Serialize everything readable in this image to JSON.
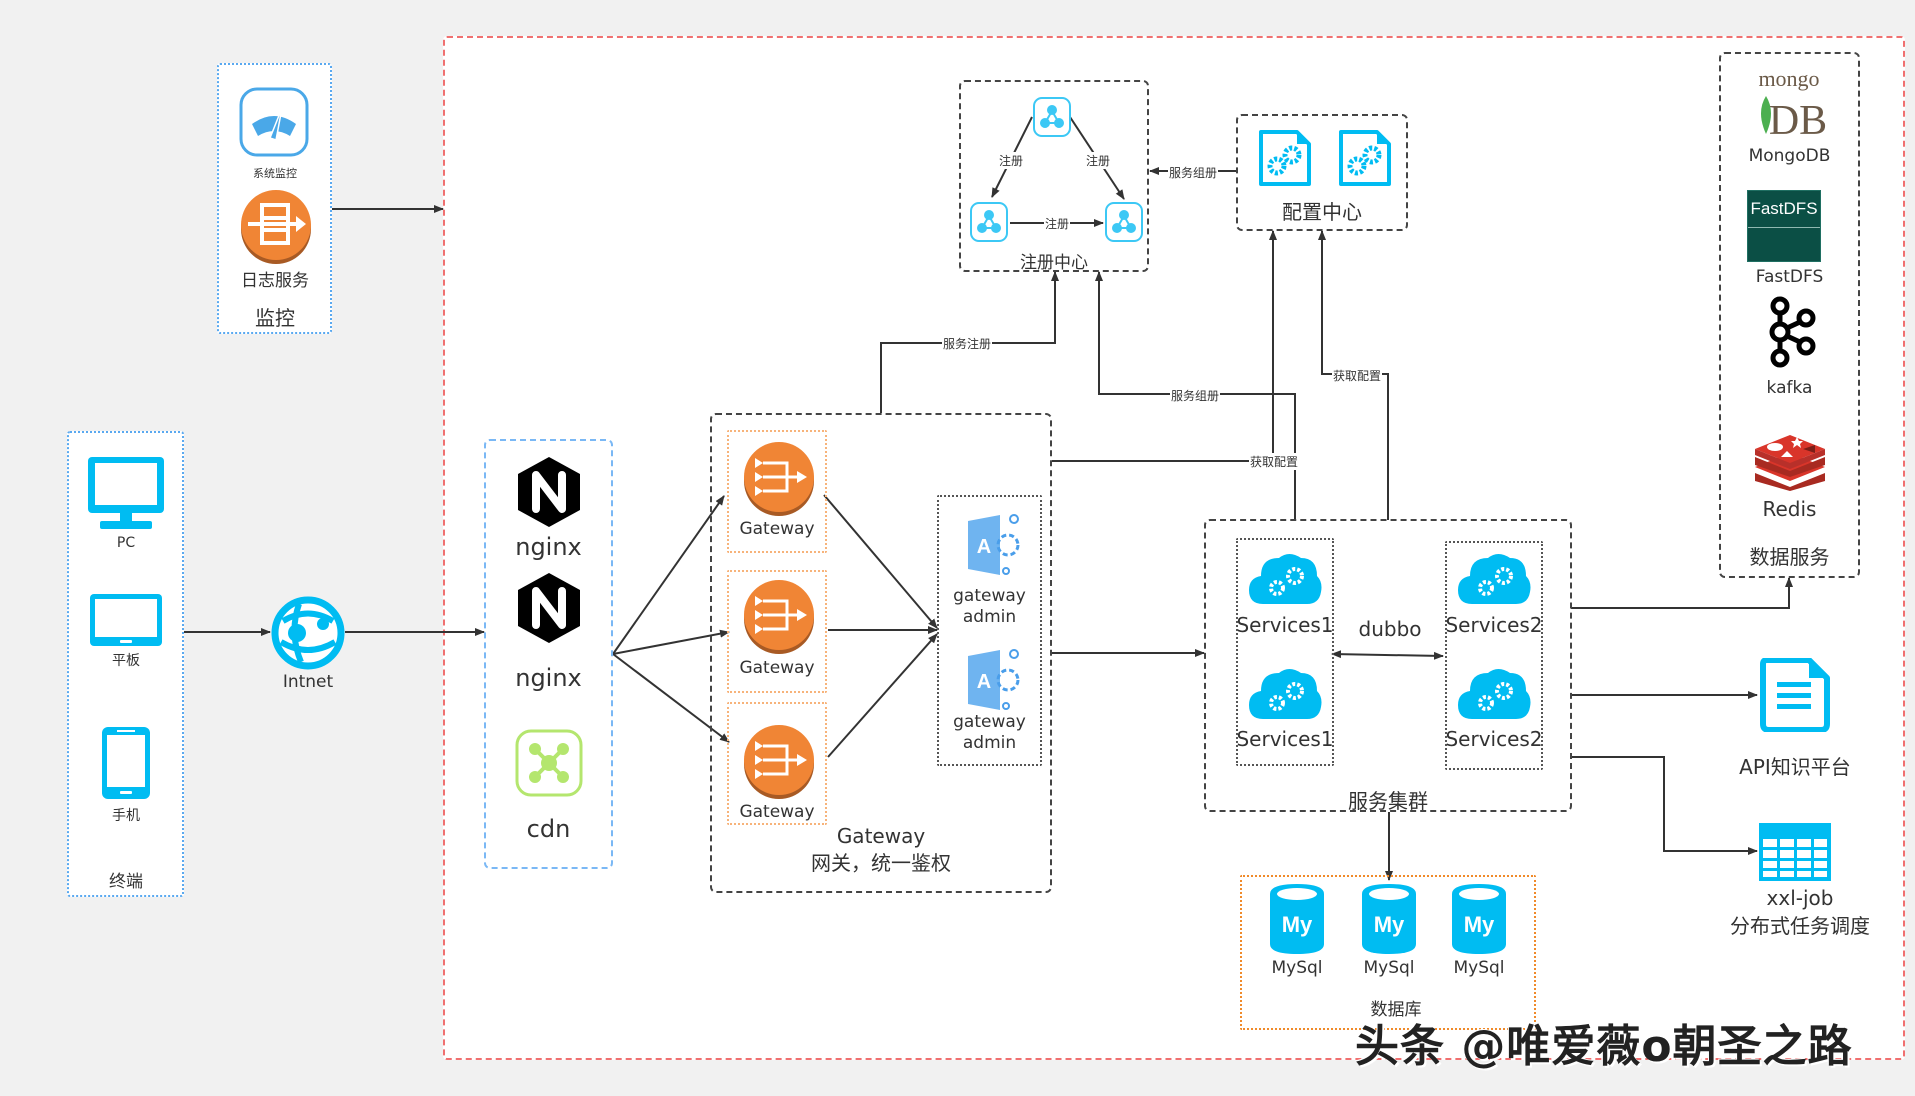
{
  "colors": {
    "cyan": "#00bcf2",
    "orange": "#f08535",
    "outer_border": "#f07070",
    "group_border": "#444444",
    "cdn_green": "#b4e66e",
    "redis_red": "#d9352a",
    "fastdfs_green": "#0b4f45",
    "mongo_leaf": "#4caf50",
    "mongo_text": "#6b5a48"
  },
  "monitor": {
    "title": "监控",
    "items": [
      {
        "label": "系统监控",
        "icon": "gauge-icon"
      },
      {
        "label": "日志服务",
        "icon": "log-service-icon"
      }
    ]
  },
  "terminals": {
    "title": "终端",
    "items": [
      {
        "label": "PC",
        "icon": "desktop-icon"
      },
      {
        "label": "平板",
        "icon": "tablet-icon"
      },
      {
        "label": "手机",
        "icon": "phone-icon"
      }
    ]
  },
  "internet": {
    "label": "Intnet",
    "icon": "globe-icon"
  },
  "proxy": {
    "items": [
      {
        "label": "nginx",
        "icon": "nginx-icon"
      },
      {
        "label": "nginx",
        "icon": "nginx-icon"
      },
      {
        "label": "cdn",
        "icon": "cdn-icon"
      }
    ]
  },
  "gateway_group": {
    "title": "Gateway",
    "subtitle": "网关，统一鉴权",
    "nodes": [
      {
        "label": "Gateway"
      },
      {
        "label": "Gateway"
      },
      {
        "label": "Gateway"
      }
    ],
    "admins": [
      {
        "line1": "gateway",
        "line2": "admin"
      },
      {
        "line1": "gateway",
        "line2": "admin"
      }
    ]
  },
  "registry": {
    "title": "注册中心",
    "edge_labels": [
      "注册",
      "注册",
      "注册"
    ]
  },
  "config_center": {
    "title": "配置中心"
  },
  "edges": {
    "gateway_register": "服务注册",
    "config_to_registry": "服务组册",
    "cluster_register": "服务组册",
    "gateway_get_config": "获取配置",
    "cluster_get_config": "获取配置"
  },
  "service_cluster": {
    "title": "服务集群",
    "protocol": "dubbo",
    "left": [
      "Services1",
      "Services1"
    ],
    "right": [
      "Services2",
      "Services2"
    ]
  },
  "database": {
    "title": "数据库",
    "items": [
      "MySql",
      "MySql",
      "MySql"
    ],
    "icon_text": "My"
  },
  "data_services": {
    "title": "数据服务",
    "items": [
      {
        "label": "MongoDB",
        "logo_top": "mongo",
        "logo_bottom": "DB"
      },
      {
        "label": "FastDFS",
        "logo_text": "FastDFS"
      },
      {
        "label": "kafka"
      },
      {
        "label": "Redis"
      }
    ]
  },
  "api_platform": {
    "label": "API知识平台"
  },
  "xxl_job": {
    "line1": "xxl-job",
    "line2": "分布式任务调度"
  },
  "watermark": "头条 @唯爱薇o朝圣之路"
}
